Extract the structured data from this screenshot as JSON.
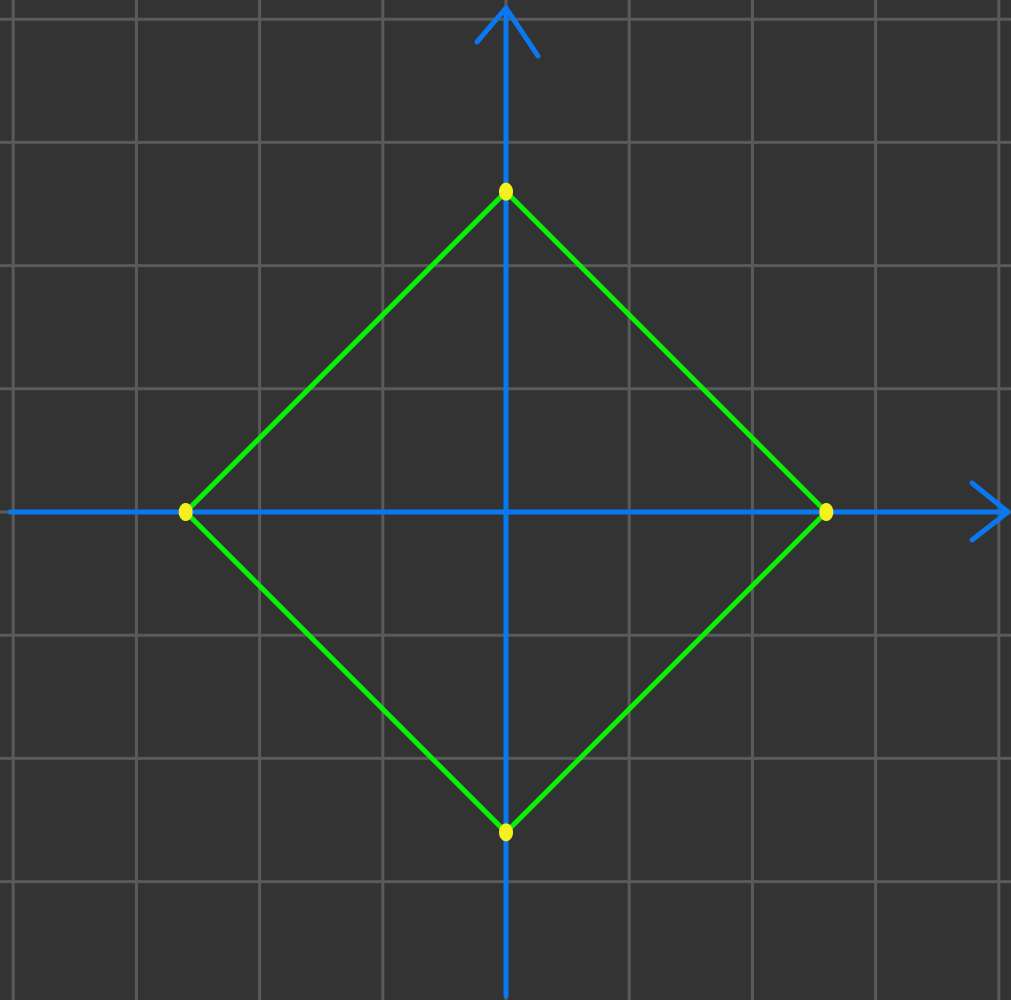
{
  "colors": {
    "background": "#333333",
    "grid": "#5a5a5a",
    "axis": "#0a78f0",
    "shape": "#0af00a",
    "vertex": "#f5f01e"
  },
  "diagram": {
    "grid": true,
    "axes": [
      "x",
      "y"
    ],
    "shape": "square rotated 45° (diamond)",
    "vertices": [
      {
        "name": "top",
        "x": 0,
        "y": 2.6
      },
      {
        "name": "right",
        "x": 2.6,
        "y": 0
      },
      {
        "name": "bottom",
        "x": 0,
        "y": -2.6
      },
      {
        "name": "left",
        "x": -2.6,
        "y": 0
      }
    ]
  }
}
